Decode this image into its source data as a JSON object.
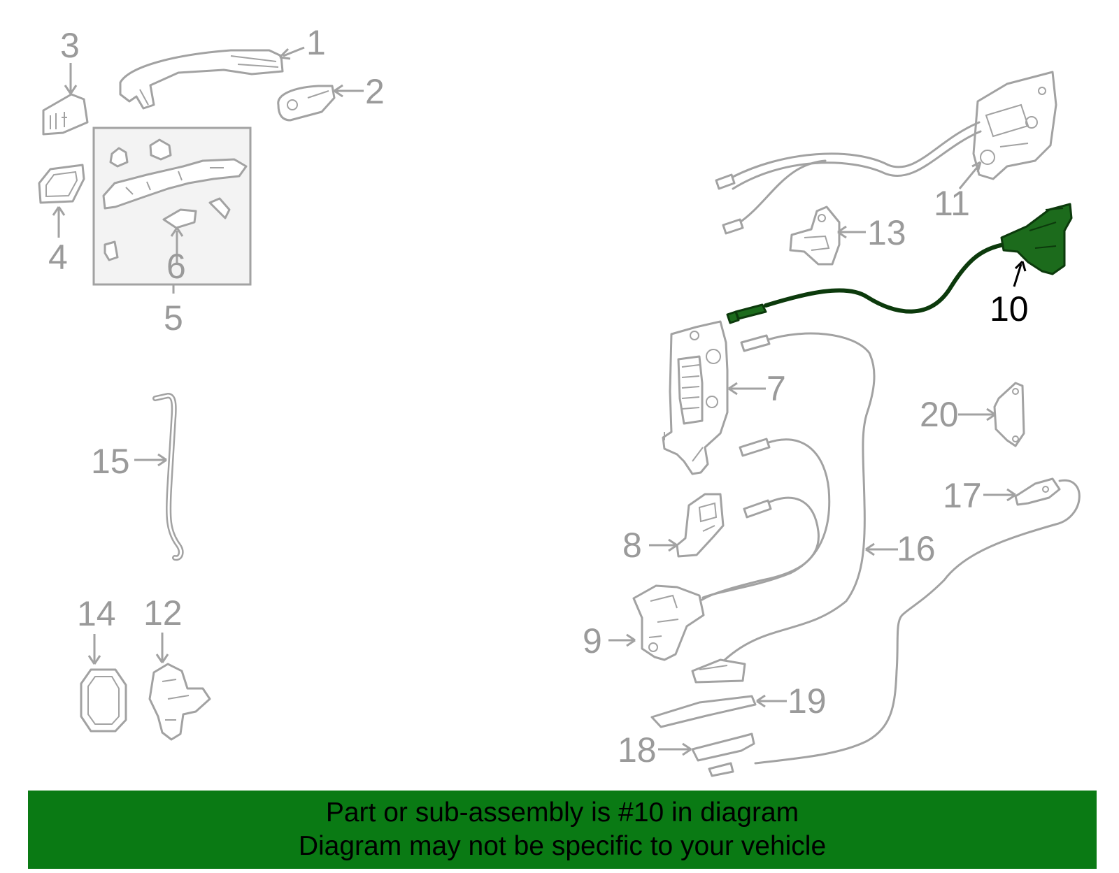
{
  "callouts": {
    "c1": "1",
    "c2": "2",
    "c3": "3",
    "c4": "4",
    "c5": "5",
    "c6": "6",
    "c7": "7",
    "c8": "8",
    "c9": "9",
    "c10": "10",
    "c11": "11",
    "c12": "12",
    "c13": "13",
    "c14": "14",
    "c15": "15",
    "c16": "16",
    "c17": "17",
    "c18": "18",
    "c19": "19",
    "c20": "20"
  },
  "highlighted_part": "10",
  "colors": {
    "highlight_part": "#1c6b1c",
    "banner_background": "#0a7a14",
    "part_lines": "#a2a2a2"
  },
  "banner": {
    "line1": "Part or sub-assembly is #10 in diagram",
    "line2": "Diagram may not be specific to your vehicle"
  }
}
